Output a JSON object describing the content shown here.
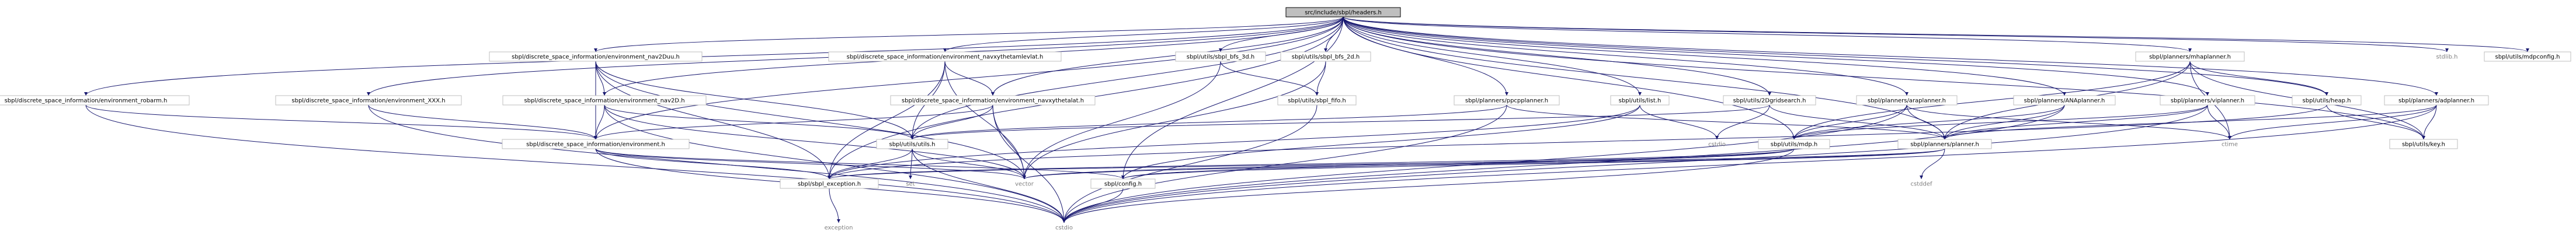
{
  "colors": {
    "edge": "#191970",
    "root_fill": "#bfbfbf",
    "node_border": "#bfbfbf",
    "leaf_text": "#808080"
  },
  "nodes": [
    {
      "id": "root",
      "label": "src/include/sbpl/headers.h",
      "kind": "root"
    },
    {
      "id": "env_nav2Duu",
      "label": "sbpl/discrete_space_information/environment_nav2Duu.h",
      "kind": "file"
    },
    {
      "id": "env_navxythetamlevlat",
      "label": "sbpl/discrete_space_information/environment_navxythetamlevlat.h",
      "kind": "file"
    },
    {
      "id": "bfs_3d",
      "label": "sbpl/utils/sbpl_bfs_3d.h",
      "kind": "file"
    },
    {
      "id": "bfs_2d",
      "label": "sbpl/utils/sbpl_bfs_2d.h",
      "kind": "file"
    },
    {
      "id": "mhaplanner",
      "label": "sbpl/planners/mhaplanner.h",
      "kind": "file"
    },
    {
      "id": "stdlib",
      "label": "stdlib.h",
      "kind": "leaf"
    },
    {
      "id": "mdpconfig",
      "label": "sbpl/utils/mdpconfig.h",
      "kind": "file"
    },
    {
      "id": "env_robarm",
      "label": "sbpl/discrete_space_information/environment_robarm.h",
      "kind": "file"
    },
    {
      "id": "env_xxx",
      "label": "sbpl/discrete_space_information/environment_XXX.h",
      "kind": "file"
    },
    {
      "id": "env_nav2D",
      "label": "sbpl/discrete_space_information/environment_nav2D.h",
      "kind": "file"
    },
    {
      "id": "env_navxythetalat",
      "label": "sbpl/discrete_space_information/environment_navxythetalat.h",
      "kind": "file"
    },
    {
      "id": "sbpl_fifo",
      "label": "sbpl/utils/sbpl_fifo.h",
      "kind": "file"
    },
    {
      "id": "ppcpplanner",
      "label": "sbpl/planners/ppcpplanner.h",
      "kind": "file"
    },
    {
      "id": "list",
      "label": "sbpl/utils/list.h",
      "kind": "file"
    },
    {
      "id": "grid2Dsearch",
      "label": "sbpl/utils/2Dgridsearch.h",
      "kind": "file"
    },
    {
      "id": "araplanner",
      "label": "sbpl/planners/araplanner.h",
      "kind": "file"
    },
    {
      "id": "ANAplanner",
      "label": "sbpl/planners/ANAplanner.h",
      "kind": "file"
    },
    {
      "id": "viplanner",
      "label": "sbpl/planners/viplanner.h",
      "kind": "file"
    },
    {
      "id": "heap",
      "label": "sbpl/utils/heap.h",
      "kind": "file"
    },
    {
      "id": "adplanner",
      "label": "sbpl/planners/adplanner.h",
      "kind": "file"
    },
    {
      "id": "environment",
      "label": "sbpl/discrete_space_information/environment.h",
      "kind": "file"
    },
    {
      "id": "utils",
      "label": "sbpl/utils/utils.h",
      "kind": "file"
    },
    {
      "id": "cstdio_top",
      "label": "cstdio",
      "kind": "leaf"
    },
    {
      "id": "mdp",
      "label": "sbpl/utils/mdp.h",
      "kind": "file"
    },
    {
      "id": "planner",
      "label": "sbpl/planners/planner.h",
      "kind": "file"
    },
    {
      "id": "ctime",
      "label": "ctime",
      "kind": "leaf"
    },
    {
      "id": "key",
      "label": "sbpl/utils/key.h",
      "kind": "file"
    },
    {
      "id": "set",
      "label": "set",
      "kind": "leaf"
    },
    {
      "id": "vector",
      "label": "vector",
      "kind": "leaf"
    },
    {
      "id": "sbpl_exception",
      "label": "sbpl/sbpl_exception.h",
      "kind": "file"
    },
    {
      "id": "config",
      "label": "sbpl/config.h",
      "kind": "file"
    },
    {
      "id": "cstddef",
      "label": "cstddef",
      "kind": "leaf"
    },
    {
      "id": "exception",
      "label": "exception",
      "kind": "leaf"
    },
    {
      "id": "cstdio",
      "label": "cstdio",
      "kind": "leaf"
    }
  ],
  "edges": [
    [
      "root",
      "env_nav2Duu"
    ],
    [
      "root",
      "env_navxythetamlevlat"
    ],
    [
      "root",
      "bfs_3d"
    ],
    [
      "root",
      "bfs_2d"
    ],
    [
      "root",
      "mhaplanner"
    ],
    [
      "root",
      "stdlib"
    ],
    [
      "root",
      "mdpconfig"
    ],
    [
      "root",
      "env_robarm"
    ],
    [
      "root",
      "env_xxx"
    ],
    [
      "root",
      "env_nav2D"
    ],
    [
      "root",
      "env_navxythetalat"
    ],
    [
      "root",
      "ppcpplanner"
    ],
    [
      "root",
      "list"
    ],
    [
      "root",
      "grid2Dsearch"
    ],
    [
      "root",
      "araplanner"
    ],
    [
      "root",
      "ANAplanner"
    ],
    [
      "root",
      "viplanner"
    ],
    [
      "root",
      "heap"
    ],
    [
      "root",
      "adplanner"
    ],
    [
      "root",
      "utils"
    ],
    [
      "root",
      "mdp"
    ],
    [
      "root",
      "planner"
    ],
    [
      "root",
      "key"
    ],
    [
      "root",
      "config"
    ],
    [
      "root",
      "sbpl_exception"
    ],
    [
      "root",
      "environment"
    ],
    [
      "env_nav2Duu",
      "environment"
    ],
    [
      "env_nav2Duu",
      "utils"
    ],
    [
      "env_nav2Duu",
      "vector"
    ],
    [
      "env_nav2Duu",
      "sbpl_exception"
    ],
    [
      "env_nav2Duu",
      "env_nav2D"
    ],
    [
      "env_navxythetamlevlat",
      "env_navxythetalat"
    ],
    [
      "env_navxythetamlevlat",
      "utils"
    ],
    [
      "env_navxythetamlevlat",
      "vector"
    ],
    [
      "env_navxythetamlevlat",
      "sbpl_exception"
    ],
    [
      "env_navxythetalat",
      "environment"
    ],
    [
      "env_navxythetalat",
      "utils"
    ],
    [
      "env_navxythetalat",
      "vector"
    ],
    [
      "env_navxythetalat",
      "cstdio"
    ],
    [
      "env_robarm",
      "environment"
    ],
    [
      "env_robarm",
      "cstdio"
    ],
    [
      "env_xxx",
      "environment"
    ],
    [
      "env_xxx",
      "cstdio"
    ],
    [
      "env_nav2D",
      "environment"
    ],
    [
      "env_nav2D",
      "utils"
    ],
    [
      "env_nav2D",
      "vector"
    ],
    [
      "env_nav2D",
      "cstdio"
    ],
    [
      "bfs_3d",
      "sbpl_fifo"
    ],
    [
      "bfs_3d",
      "vector"
    ],
    [
      "bfs_2d",
      "sbpl_fifo"
    ],
    [
      "bfs_2d",
      "vector"
    ],
    [
      "sbpl_fifo",
      "cstdio"
    ],
    [
      "ppcpplanner",
      "planner"
    ],
    [
      "ppcpplanner",
      "cstdio"
    ],
    [
      "ppcpplanner",
      "utils"
    ],
    [
      "list",
      "cstdio_top"
    ],
    [
      "list",
      "config"
    ],
    [
      "list",
      "sbpl_exception"
    ],
    [
      "grid2Dsearch",
      "cstdio_top"
    ],
    [
      "grid2Dsearch",
      "planner"
    ],
    [
      "grid2Dsearch",
      "utils"
    ],
    [
      "araplanner",
      "planner"
    ],
    [
      "araplanner",
      "mdp"
    ],
    [
      "araplanner",
      "cstdio"
    ],
    [
      "araplanner",
      "ctime"
    ],
    [
      "ANAplanner",
      "planner"
    ],
    [
      "ANAplanner",
      "mdp"
    ],
    [
      "ANAplanner",
      "cstdio"
    ],
    [
      "viplanner",
      "planner"
    ],
    [
      "viplanner",
      "mdp"
    ],
    [
      "viplanner",
      "ctime"
    ],
    [
      "viplanner",
      "cstdio"
    ],
    [
      "heap",
      "key"
    ],
    [
      "heap",
      "sbpl_exception"
    ],
    [
      "adplanner",
      "planner"
    ],
    [
      "adplanner",
      "key"
    ],
    [
      "adplanner",
      "ctime"
    ],
    [
      "adplanner",
      "cstdio"
    ],
    [
      "mhaplanner",
      "planner"
    ],
    [
      "mhaplanner",
      "heap"
    ],
    [
      "mhaplanner",
      "ctime"
    ],
    [
      "mhaplanner",
      "key"
    ],
    [
      "mhaplanner",
      "mdp"
    ],
    [
      "environment",
      "config"
    ],
    [
      "environment",
      "sbpl_exception"
    ],
    [
      "environment",
      "vector"
    ],
    [
      "environment",
      "cstdio"
    ],
    [
      "utils",
      "set"
    ],
    [
      "utils",
      "vector"
    ],
    [
      "utils",
      "sbpl_exception"
    ],
    [
      "utils",
      "cstdio"
    ],
    [
      "mdp",
      "vector"
    ],
    [
      "mdp",
      "config"
    ],
    [
      "mdp",
      "sbpl_exception"
    ],
    [
      "mdp",
      "cstdio"
    ],
    [
      "planner",
      "vector"
    ],
    [
      "planner",
      "config"
    ],
    [
      "planner",
      "cstddef"
    ],
    [
      "planner",
      "sbpl_exception"
    ],
    [
      "sbpl_exception",
      "exception"
    ],
    [
      "config",
      "cstdio"
    ]
  ]
}
